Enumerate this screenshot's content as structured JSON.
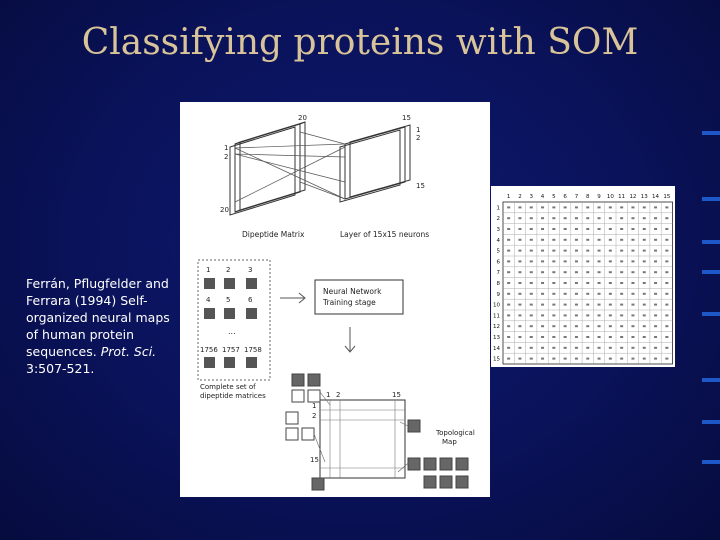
{
  "slide": {
    "title": "Classifying proteins with SOM",
    "citation": {
      "authors": "Ferrán, Pflugfelder and Ferrara (1994) Self-organized neural maps of human protein sequences.",
      "journal": "Prot. Sci.",
      "pages": "3:507-521."
    }
  },
  "figure": {
    "matrix_size_label": "20",
    "layer_size_label": "15",
    "row_label_1": "1",
    "row_label_2": "2",
    "dipeptide_matrix_label": "Dipeptide Matrix",
    "layer_label": "Layer of 15x15 neurons",
    "sample_labels": [
      "1",
      "2",
      "3",
      "4",
      "5",
      "6",
      "1756",
      "1757",
      "1758"
    ],
    "ellipsis": "...",
    "training_label_line1": "Neural Network",
    "training_label_line2": "Training stage",
    "complete_set_line1": "Complete set of",
    "complete_set_line2": "dipeptide matrices",
    "topological_map_line1": "Topological",
    "topological_map_line2": "Map",
    "map_col_labels": [
      "1",
      "2",
      "15"
    ],
    "map_row_labels": [
      "1",
      "2",
      "15"
    ]
  },
  "map_grid": {
    "column_numbers": [
      "1",
      "2",
      "3",
      "4",
      "5",
      "6",
      "7",
      "8",
      "9",
      "10",
      "11",
      "12",
      "13",
      "14",
      "15"
    ],
    "row_numbers": [
      "1",
      "2",
      "3",
      "4",
      "5",
      "6",
      "7",
      "8",
      "9",
      "10",
      "11",
      "12",
      "13",
      "14",
      "15"
    ]
  },
  "colors": {
    "background": "#0a125a",
    "title": "#d9c49a",
    "accent_bars": "#1e58c8",
    "panel": "#ffffff"
  }
}
